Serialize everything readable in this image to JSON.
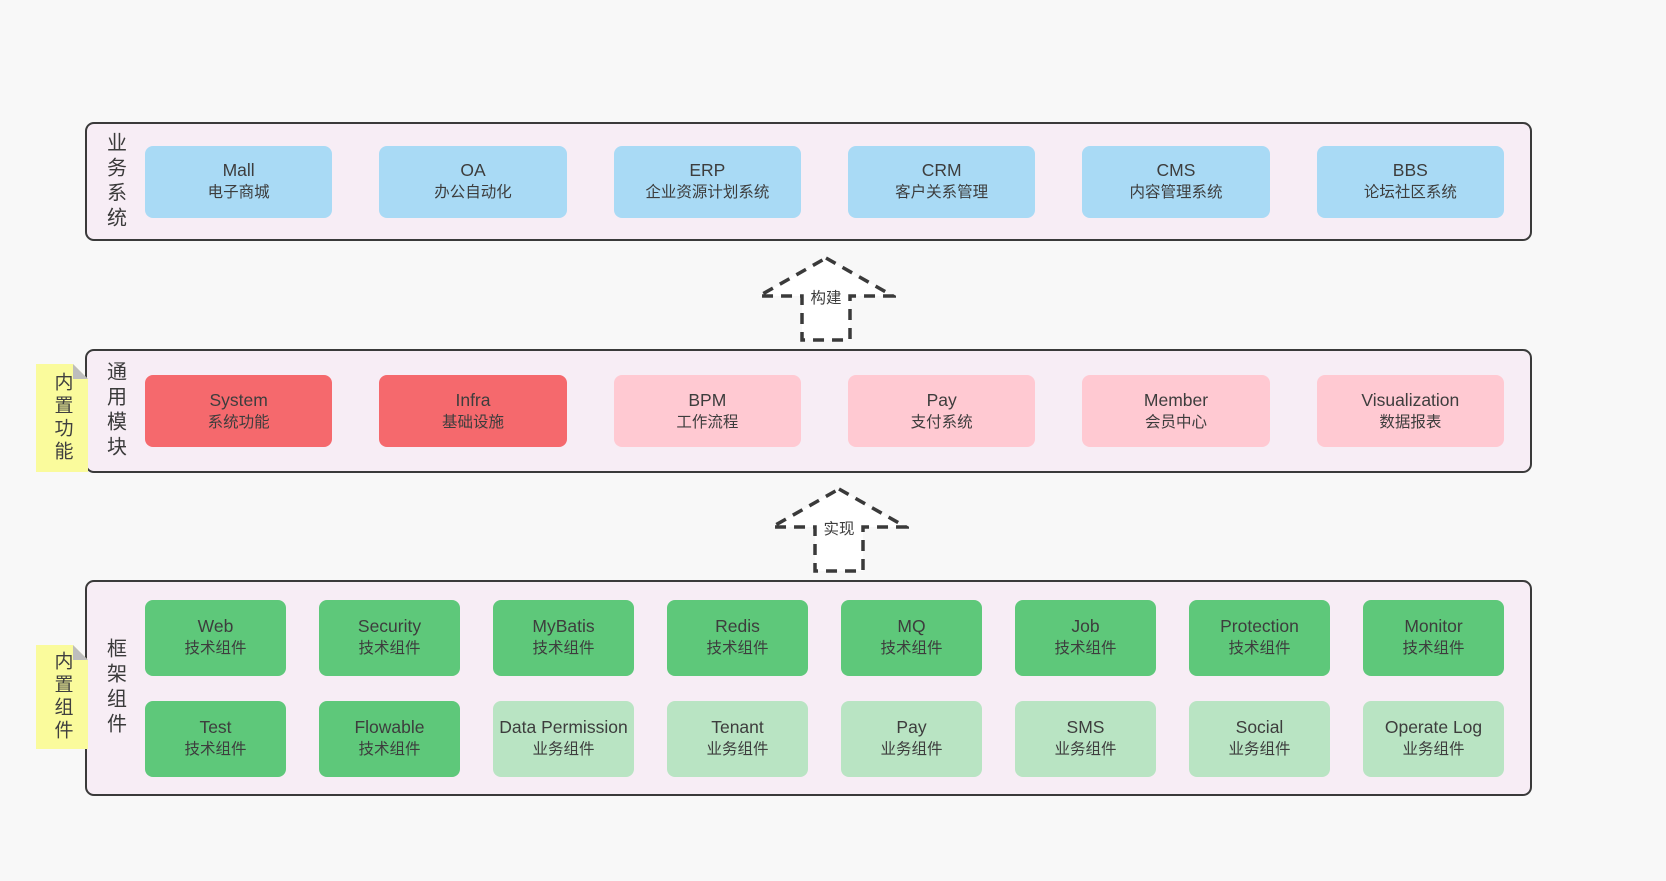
{
  "colors": {
    "page_bg": "#f8f8f8",
    "band_bg": "#f7edf5",
    "business_box": "#a9daf5",
    "core_module_box": "#f5696d",
    "optional_module_box": "#ffc9d2",
    "tech_component_box": "#5ec87a",
    "biz_component_box": "#b9e4c3",
    "sticky_note": "#fafb9c"
  },
  "arrows": [
    {
      "label": "构建"
    },
    {
      "label": "实现"
    }
  ],
  "bands": [
    {
      "label": "业务系统",
      "boxes": [
        {
          "name": "Mall",
          "desc": "电子商城"
        },
        {
          "name": "OA",
          "desc": "办公自动化"
        },
        {
          "name": "ERP",
          "desc": "企业资源计划系统"
        },
        {
          "name": "CRM",
          "desc": "客户关系管理"
        },
        {
          "name": "CMS",
          "desc": "内容管理系统"
        },
        {
          "name": "BBS",
          "desc": "论坛社区系统"
        }
      ]
    },
    {
      "label": "通用模块",
      "note": "内置功能",
      "boxes": [
        {
          "name": "System",
          "desc": "系统功能",
          "variant": "red"
        },
        {
          "name": "Infra",
          "desc": "基础设施",
          "variant": "red"
        },
        {
          "name": "BPM",
          "desc": "工作流程",
          "variant": "pink"
        },
        {
          "name": "Pay",
          "desc": "支付系统",
          "variant": "pink"
        },
        {
          "name": "Member",
          "desc": "会员中心",
          "variant": "pink"
        },
        {
          "name": "Visualization",
          "desc": "数据报表",
          "variant": "pink"
        }
      ]
    },
    {
      "label": "框架组件",
      "note": "内置组件",
      "rows": [
        [
          {
            "name": "Web",
            "desc": "技术组件",
            "variant": "green"
          },
          {
            "name": "Security",
            "desc": "技术组件",
            "variant": "green"
          },
          {
            "name": "MyBatis",
            "desc": "技术组件",
            "variant": "green"
          },
          {
            "name": "Redis",
            "desc": "技术组件",
            "variant": "green"
          },
          {
            "name": "MQ",
            "desc": "技术组件",
            "variant": "green"
          },
          {
            "name": "Job",
            "desc": "技术组件",
            "variant": "green"
          },
          {
            "name": "Protection",
            "desc": "技术组件",
            "variant": "green"
          },
          {
            "name": "Monitor",
            "desc": "技术组件",
            "variant": "green"
          }
        ],
        [
          {
            "name": "Test",
            "desc": "技术组件",
            "variant": "green"
          },
          {
            "name": "Flowable",
            "desc": "技术组件",
            "variant": "green"
          },
          {
            "name": "Data Permission",
            "desc": "业务组件",
            "variant": "lightgreen"
          },
          {
            "name": "Tenant",
            "desc": "业务组件",
            "variant": "lightgreen"
          },
          {
            "name": "Pay",
            "desc": "业务组件",
            "variant": "lightgreen"
          },
          {
            "name": "SMS",
            "desc": "业务组件",
            "variant": "lightgreen"
          },
          {
            "name": "Social",
            "desc": "业务组件",
            "variant": "lightgreen"
          },
          {
            "name": "Operate Log",
            "desc": "业务组件",
            "variant": "lightgreen"
          }
        ]
      ]
    }
  ]
}
